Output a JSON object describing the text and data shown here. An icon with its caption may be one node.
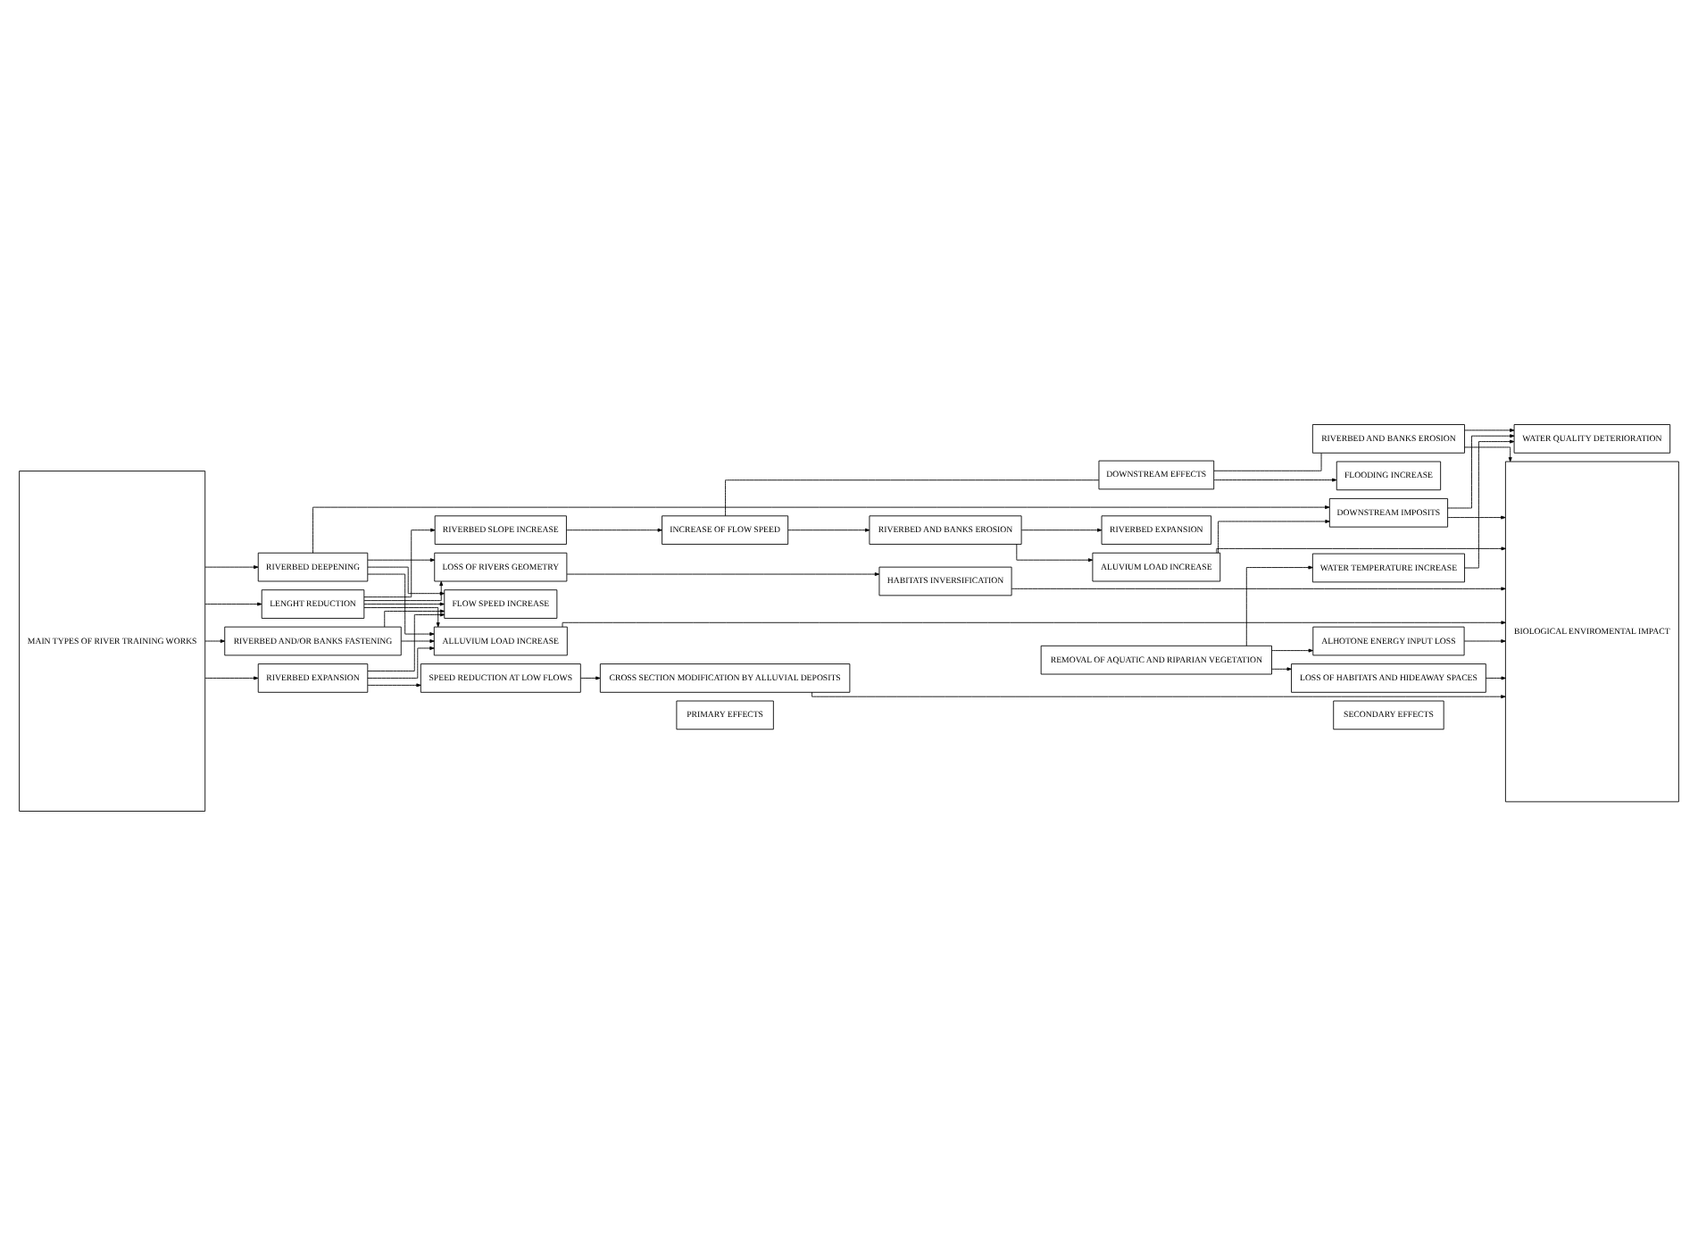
{
  "diagram": {
    "nodes": [
      {
        "text": [
          "MAIN TYPES OF RIVER TRAINING WORKS"
        ]
      },
      {
        "text": [
          "LENGHT REDUCTION"
        ]
      },
      {
        "text": [
          "RIVERBED DEEPENING"
        ]
      },
      {
        "text": [
          "RIVERBED AND/OR BANKS FASTENING"
        ]
      },
      {
        "text": [
          "RIVERBED EXPANSION"
        ]
      },
      {
        "text": [
          "REMOVAL OF AQUATIC AND RIPARIAN VEGETATION"
        ]
      },
      {
        "text": [
          "LOSS OF RIVERS GEOMETRY"
        ]
      },
      {
        "text": [
          "HABITATS INVERSIFICATION"
        ]
      },
      {
        "text": [
          "RIVERBED SLOPE INCREASE"
        ]
      },
      {
        "text": [
          "INCREASE OF FLOW SPEED"
        ]
      },
      {
        "text": [
          "RIVERBED AND BANKS EROSION"
        ]
      },
      {
        "text": [
          "ALUVIUM LOAD INCREASE"
        ]
      },
      {
        "text": [
          "RIVERBED EXPANSION"
        ]
      },
      {
        "text": [
          "DOWNSTREAM IMPOSITS"
        ]
      },
      {
        "text": [
          "FLOW SPEED INCREASE"
        ]
      },
      {
        "text": [
          "DOWNSTREAM EFFECTS"
        ]
      },
      {
        "text": [
          "FLOODING INCREASE"
        ]
      },
      {
        "text": [
          "WATER QUALITY DETERIORATION"
        ]
      },
      {
        "text": [
          "RIVERBED AND BANKS EROSION"
        ]
      },
      {
        "text": [
          "ALLUVIUM LOAD INCREASE"
        ]
      },
      {
        "text": [
          "SPEED REDUCTION AT LOW FLOWS"
        ]
      },
      {
        "text": [
          "CROSS SECTION MODIFICATION BY ALLUVIAL DEPOSITS"
        ]
      },
      {
        "text": [
          "WATER TEMPERATURE INCREASE"
        ]
      },
      {
        "text": [
          "LOSS OF HABITATS AND HIDEAWAY SPACES"
        ]
      },
      {
        "text": [
          "ALHOTONE ENERGY INPUT LOSS"
        ]
      },
      {
        "text": [
          "BIOLOGICAL ENVIROMENTAL IMPACT"
        ]
      },
      {
        "text": [
          "PRIMARY EFFECTS"
        ]
      },
      {
        "text": [
          "SECONDARY EFFECTS"
        ]
      }
    ],
    "edges": [
      {
        "from": 0,
        "to": 1,
        "arrow": "to"
      },
      {
        "from": 0,
        "to": 2,
        "arrow": "to"
      },
      {
        "from": 0,
        "to": 3,
        "arrow": "to"
      },
      {
        "from": 0,
        "to": 4,
        "arrow": "to"
      },
      {
        "from": 1,
        "to": 6,
        "arrow": "to"
      },
      {
        "from": 2,
        "to": 6,
        "arrow": "to"
      },
      {
        "from": 1,
        "to": 8,
        "arrow": "to"
      },
      {
        "from": 1,
        "to": 14,
        "arrow": "to"
      },
      {
        "from": 1,
        "to": 19,
        "arrow": "to"
      },
      {
        "from": 2,
        "to": 13,
        "arrow": "to"
      },
      {
        "from": 2,
        "to": 14,
        "arrow": "to"
      },
      {
        "from": 2,
        "to": 19,
        "arrow": "to"
      },
      {
        "from": 3,
        "to": 14,
        "arrow": "to"
      },
      {
        "from": 3,
        "to": 19,
        "arrow": "to"
      },
      {
        "from": 4,
        "to": 14,
        "arrow": "to"
      },
      {
        "from": 4,
        "to": 19,
        "arrow": "to"
      },
      {
        "from": 4,
        "to": 20,
        "arrow": "to"
      },
      {
        "from": 6,
        "to": 7,
        "arrow": "to"
      },
      {
        "from": 7,
        "to": 25,
        "arrow": "to"
      },
      {
        "from": 8,
        "to": 9,
        "arrow": "to"
      },
      {
        "from": 9,
        "to": 10,
        "arrow": "to"
      },
      {
        "from": 10,
        "to": 12,
        "arrow": "to"
      },
      {
        "from": 10,
        "to": 11,
        "arrow": "to"
      },
      {
        "from": 11,
        "to": 13,
        "arrow": "to"
      },
      {
        "from": 11,
        "to": 25,
        "arrow": "to"
      },
      {
        "from": 9,
        "to": 15,
        "arrow": "none"
      },
      {
        "from": 15,
        "to": 16,
        "arrow": "to"
      },
      {
        "from": 15,
        "to": 18,
        "arrow": "none"
      },
      {
        "from": 13,
        "to": 25,
        "arrow": "to"
      },
      {
        "from": 13,
        "to": 17,
        "arrow": "to"
      },
      {
        "from": 18,
        "to": 17,
        "arrow": "to"
      },
      {
        "from": 18,
        "to": 25,
        "arrow": "to"
      },
      {
        "from": 19,
        "to": 25,
        "arrow": "to"
      },
      {
        "from": 20,
        "to": 21,
        "arrow": "to"
      },
      {
        "from": 21,
        "to": 25,
        "arrow": "to"
      },
      {
        "from": 5,
        "to": 22,
        "arrow": "to"
      },
      {
        "from": 5,
        "to": 23,
        "arrow": "to"
      },
      {
        "from": 5,
        "to": 24,
        "arrow": "to"
      },
      {
        "from": 22,
        "to": 17,
        "arrow": "to"
      },
      {
        "from": 23,
        "to": 25,
        "arrow": "to"
      },
      {
        "from": 24,
        "to": 25,
        "arrow": "to"
      }
    ]
  }
}
